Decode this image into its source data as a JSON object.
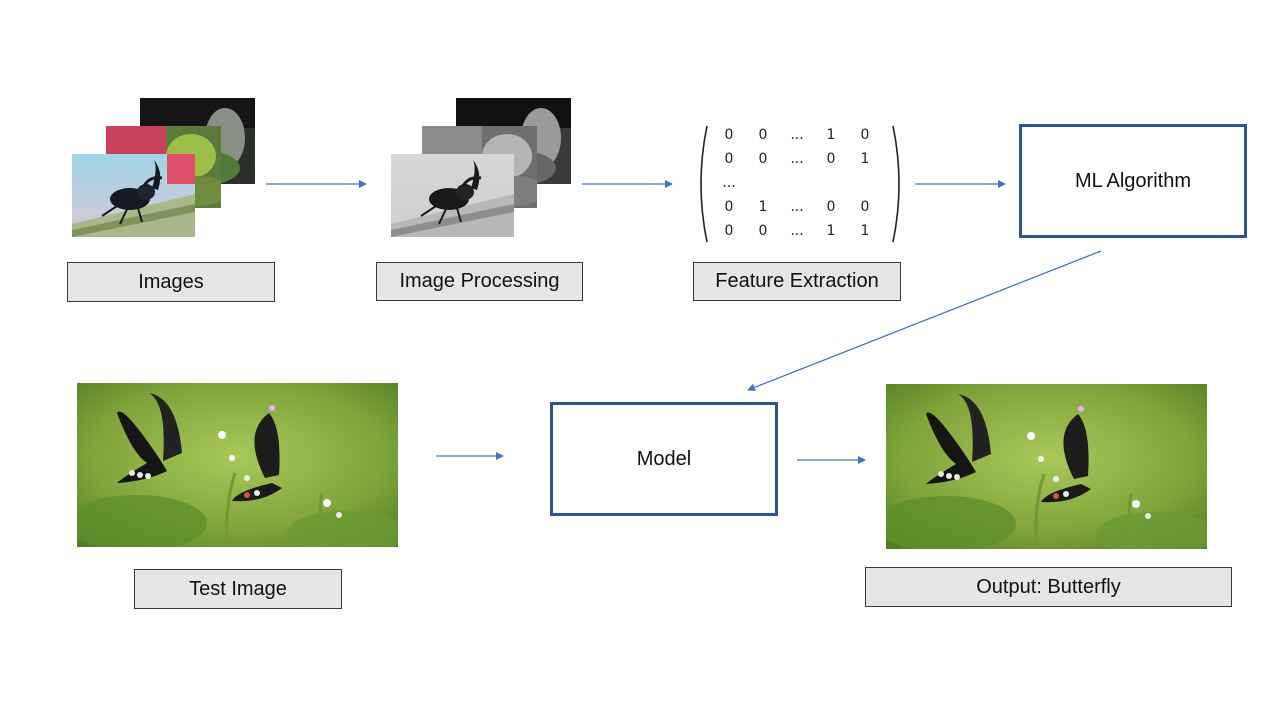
{
  "stages": {
    "images_label": "Images",
    "processing_label": "Image Processing",
    "feature_label": "Feature Extraction",
    "ml_label": "ML Algorithm",
    "test_label": "Test Image",
    "model_label": "Model",
    "output_label": "Output:  Butterfly"
  },
  "matrix": {
    "rows": [
      [
        "0",
        "0",
        "...",
        "1",
        "0"
      ],
      [
        "0",
        "0",
        "...",
        "0",
        "1"
      ],
      [
        "...",
        "",
        "",
        "",
        ""
      ],
      [
        "0",
        "1",
        "...",
        "0",
        "0"
      ],
      [
        "0",
        "0",
        "...",
        "1",
        "1"
      ]
    ]
  },
  "colors": {
    "box_border": "#2f5496",
    "arrow": "#4472c4",
    "label_bg": "#e6e6e6"
  }
}
